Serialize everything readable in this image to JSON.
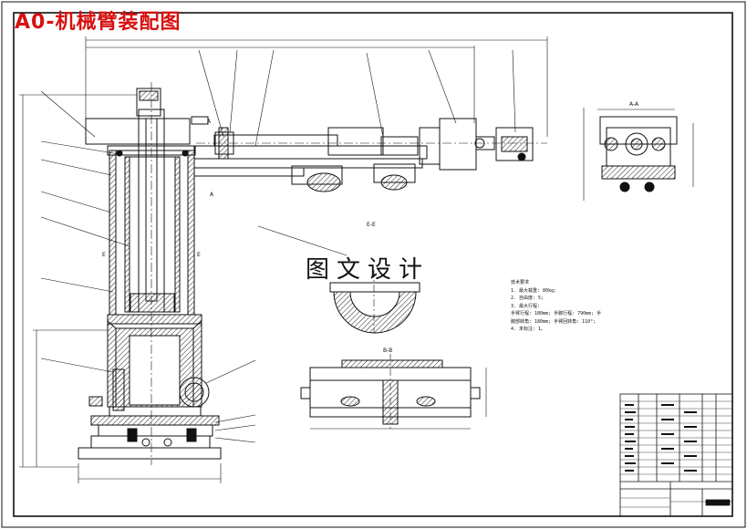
{
  "drawing": {
    "title": "A0-机械臂装配图",
    "watermark": "图文设计",
    "section_ee": "E-E",
    "section_bb": "B-B",
    "section_aa": "A-A",
    "mark_a": "A",
    "mark_e": "E",
    "notes": [
      "技术要求",
      "1. 最大载重: 80kg;",
      "2. 自由度: 5;",
      "3. 最大行程:",
      "   手臂行程: 180mm; 手腕行程: 790mm; 手",
      "   腕部转角: 180mm; 手臂回转角: 110°;",
      "4. 未标注: 1。"
    ]
  },
  "colors": {
    "line": "#111111",
    "title": "#d81010",
    "hatch": "#222222"
  }
}
